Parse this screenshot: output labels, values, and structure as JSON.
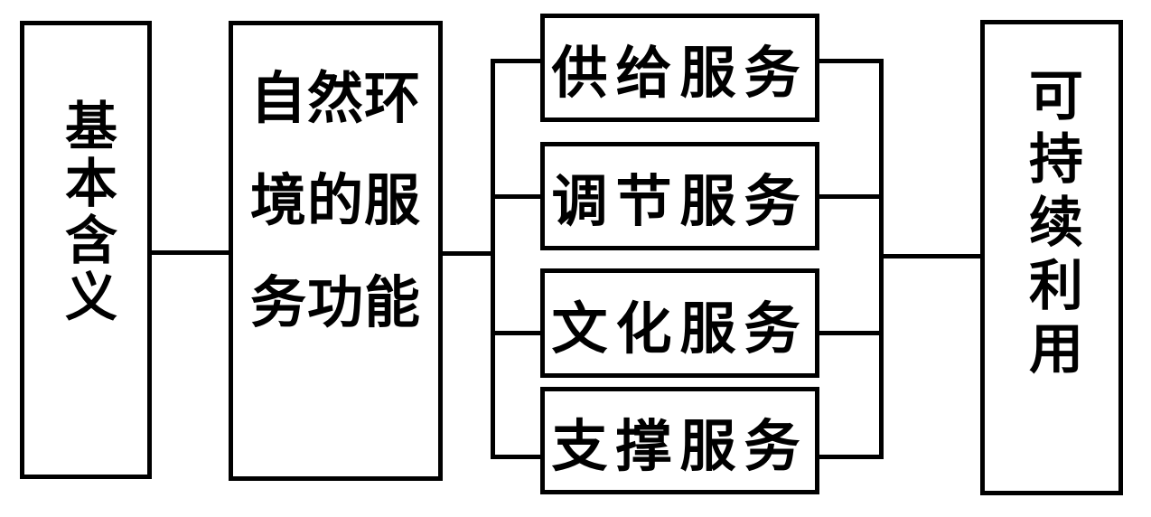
{
  "nodes": {
    "basic": {
      "label": "基本含义"
    },
    "nature": {
      "label": "自然环境的服务功能",
      "lines": [
        "自然环",
        "境的服",
        "务功能"
      ]
    },
    "services": [
      {
        "label": "供给服务"
      },
      {
        "label": "调节服务"
      },
      {
        "label": "文化服务"
      },
      {
        "label": "支撑服务"
      }
    ],
    "sustain": {
      "label": "可持续利用"
    }
  },
  "colors": {
    "background": "#ffffff",
    "line": "#000000",
    "text": "#000000"
  }
}
